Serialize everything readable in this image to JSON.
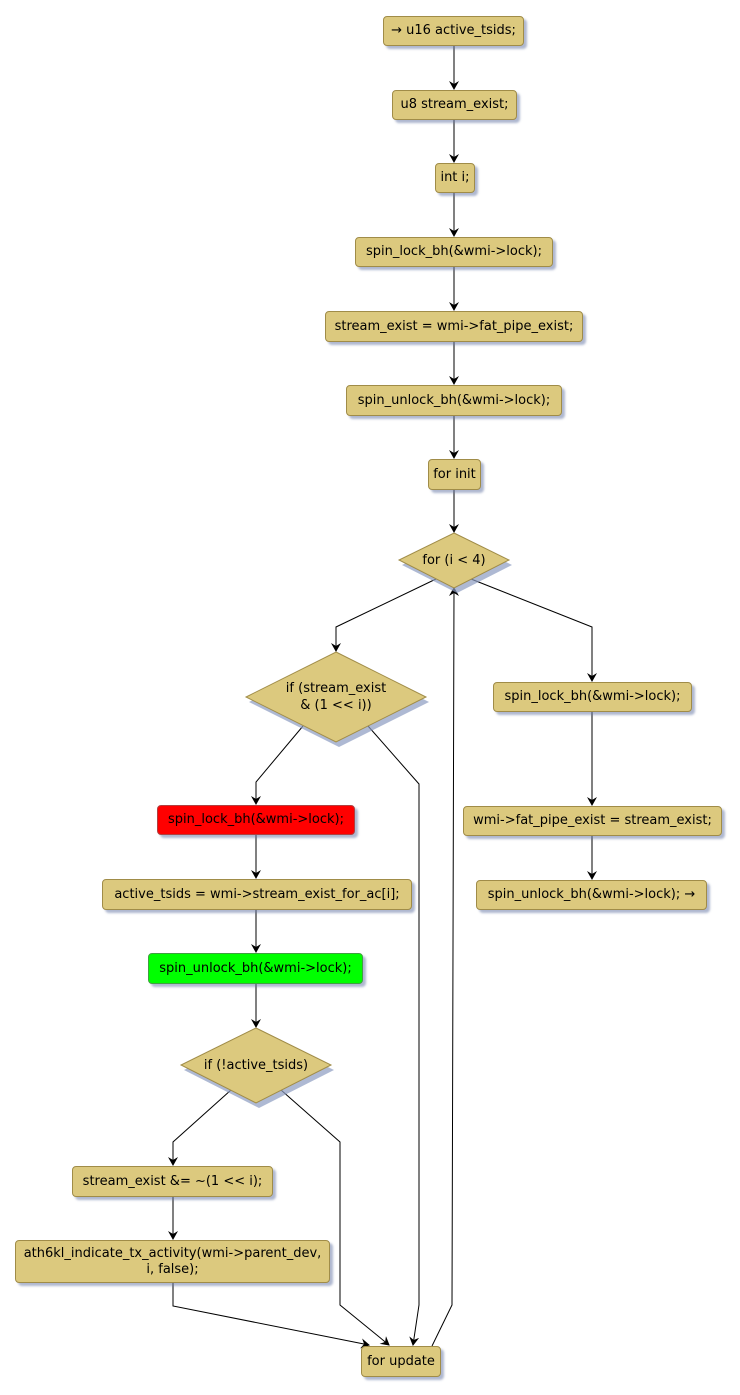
{
  "diagram": {
    "type": "flowchart",
    "colors": {
      "node_fill": "#dcc97e",
      "node_border": "#a08c48",
      "shadow": "#8c9bc0",
      "highlight_lock": "#ff0000",
      "highlight_unlock": "#00ff00",
      "edge": "#000000"
    },
    "nodes": {
      "n1": "→ u16 active_tsids;",
      "n2": "u8 stream_exist;",
      "n3": "int i;",
      "n4": "spin_lock_bh(&wmi->lock);",
      "n5": "stream_exist = wmi->fat_pipe_exist;",
      "n6": "spin_unlock_bh(&wmi->lock);",
      "n7": "for init",
      "d1": "for (i < 4)",
      "d2": "if (stream_exist\n& (1 << i))",
      "r1": "spin_lock_bh(&wmi->lock);",
      "r2": "wmi->fat_pipe_exist = stream_exist;",
      "r3": "spin_unlock_bh(&wmi->lock); →",
      "l1": "spin_lock_bh(&wmi->lock);",
      "l2": "active_tsids = wmi->stream_exist_for_ac[i];",
      "l3": "spin_unlock_bh(&wmi->lock);",
      "d3": "if (!active_tsids)",
      "l4": "stream_exist &= ~(1 << i);",
      "l5": "ath6kl_indicate_tx_activity(wmi->parent_dev,\ni, false);",
      "fu": "for update"
    },
    "edges": [
      [
        "n1",
        "n2"
      ],
      [
        "n2",
        "n3"
      ],
      [
        "n3",
        "n4"
      ],
      [
        "n4",
        "n5"
      ],
      [
        "n5",
        "n6"
      ],
      [
        "n6",
        "n7"
      ],
      [
        "n7",
        "d1"
      ],
      [
        "d1",
        "d2"
      ],
      [
        "d1",
        "r1"
      ],
      [
        "r1",
        "r2"
      ],
      [
        "r2",
        "r3"
      ],
      [
        "d2",
        "l1"
      ],
      [
        "d2",
        "fu"
      ],
      [
        "l1",
        "l2"
      ],
      [
        "l2",
        "l3"
      ],
      [
        "l3",
        "d3"
      ],
      [
        "d3",
        "l4"
      ],
      [
        "d3",
        "fu"
      ],
      [
        "l4",
        "l5"
      ],
      [
        "l5",
        "fu"
      ],
      [
        "fu",
        "d1"
      ]
    ]
  }
}
